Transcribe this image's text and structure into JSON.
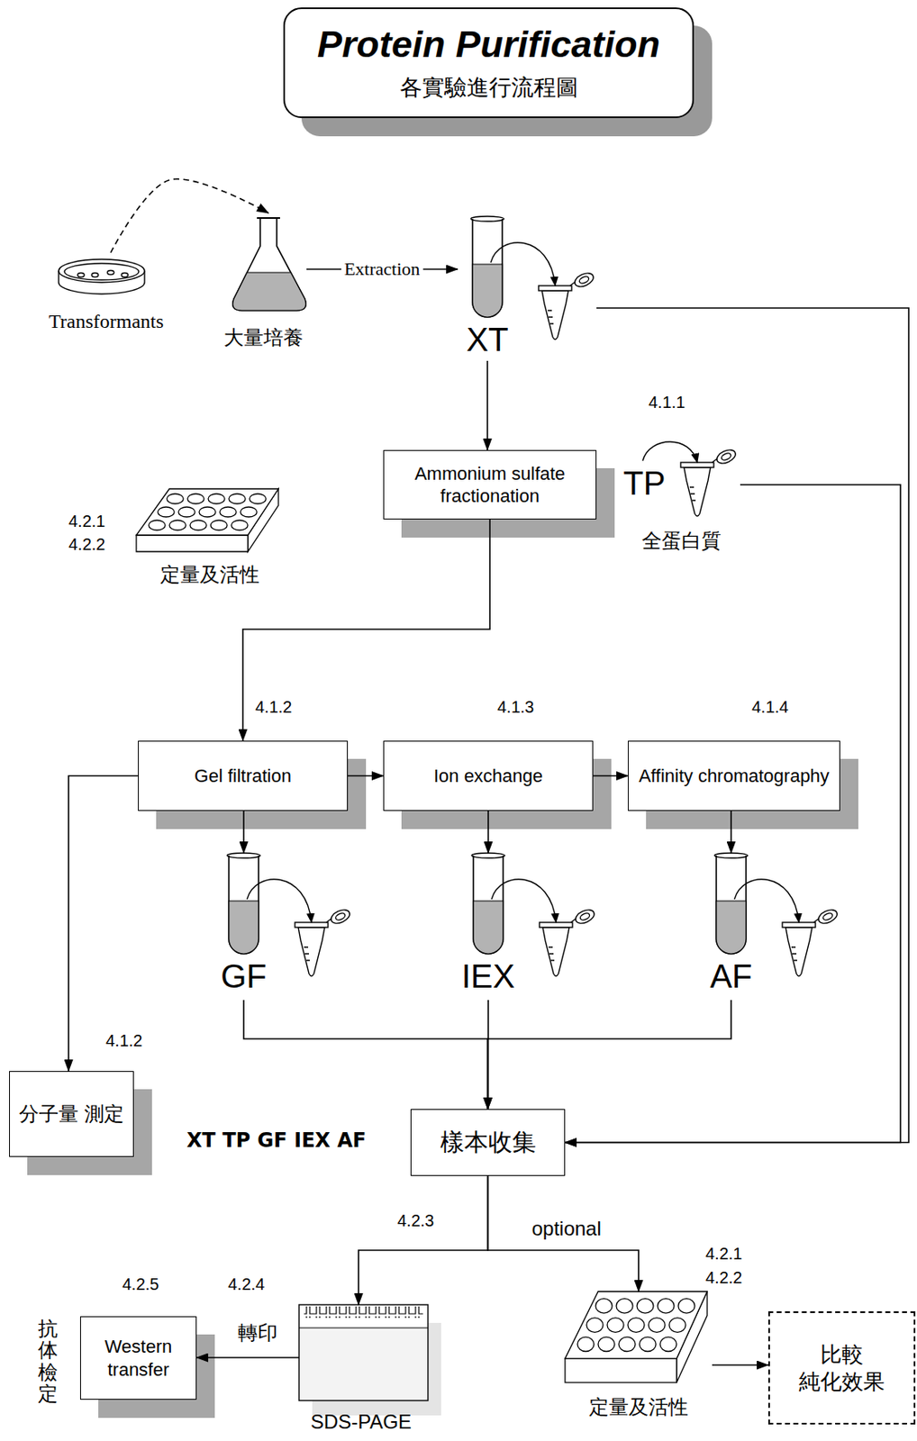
{
  "diagram": {
    "title": "Protein Purification",
    "nodes": [
      {
        "text": [
          "Transformants"
        ]
      },
      {
        "text": [
          "大量培養"
        ]
      },
      {
        "text": [
          "XT"
        ]
      },
      {
        "text": [
          "Ammonium sulfate fractionation"
        ]
      },
      {
        "text": [
          "TP",
          "全蛋白質"
        ]
      },
      {
        "text": [
          "定量及活性"
        ]
      },
      {
        "text": [
          "Gel filtration"
        ]
      },
      {
        "text": [
          "Ion exchange"
        ]
      },
      {
        "text": [
          "Affinity chromatography"
        ]
      },
      {
        "text": [
          "GF"
        ]
      },
      {
        "text": [
          "IEX"
        ]
      },
      {
        "text": [
          "AF"
        ]
      },
      {
        "text": [
          "分子量 測定"
        ]
      },
      {
        "text": [
          "樣本收集"
        ]
      },
      {
        "text": [
          "Western transfer"
        ]
      },
      {
        "text": [
          "SDS-PAGE"
        ]
      },
      {
        "text": [
          "定量及活性"
        ]
      },
      {
        "text": [
          "比較 純化效果"
        ]
      }
    ],
    "edges": [
      {
        "from": 0,
        "to": 1,
        "arrow": "to"
      },
      {
        "from": 1,
        "to": 2,
        "label": "Extraction",
        "arrow": "to"
      },
      {
        "from": 2,
        "to": 3,
        "arrow": "to"
      },
      {
        "from": 2,
        "to": 13,
        "arrow": "to"
      },
      {
        "from": 4,
        "to": 13,
        "arrow": "to"
      },
      {
        "from": 3,
        "to": 6,
        "arrow": "to"
      },
      {
        "from": 6,
        "to": 7,
        "arrow": "to"
      },
      {
        "from": 7,
        "to": 8,
        "arrow": "to"
      },
      {
        "from": 6,
        "to": 12,
        "arrow": "to"
      },
      {
        "from": 6,
        "to": 9,
        "arrow": "to"
      },
      {
        "from": 7,
        "to": 10,
        "arrow": "to"
      },
      {
        "from": 8,
        "to": 11,
        "arrow": "to"
      },
      {
        "from": 9,
        "to": 13,
        "arrow": "to"
      },
      {
        "from": 10,
        "to": 13,
        "arrow": "to"
      },
      {
        "from": 11,
        "to": 13,
        "arrow": "to"
      },
      {
        "from": 13,
        "to": 15,
        "arrow": "to"
      },
      {
        "from": 13,
        "to": 16,
        "label": "optional",
        "arrow": "to"
      },
      {
        "from": 15,
        "to": 14,
        "label": "轉印",
        "arrow": "to"
      },
      {
        "from": 16,
        "to": 17,
        "arrow": "to"
      }
    ],
    "labels": [
      "各實驗進行流程圖",
      "4.1.1",
      "4.2.1",
      "4.2.2",
      "4.1.2",
      "4.1.3",
      "4.1.4",
      "4.1.2",
      "XT TP GF IEX AF",
      "4.2.3",
      "4.2.1",
      "4.2.2",
      "4.2.5",
      "4.2.4",
      "抗体檢定"
    ]
  }
}
